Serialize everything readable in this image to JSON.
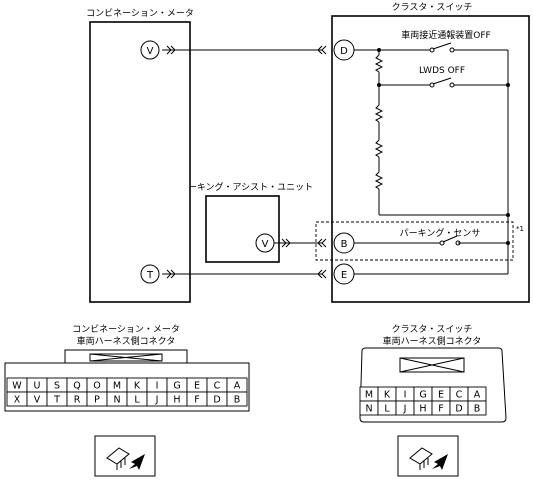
{
  "components": {
    "combination_meter": "コンビネーション・メータ",
    "cluster_switch": "クラスタ・スイッチ",
    "parking_assist_unit": "パーキング・アシスト・ユニット"
  },
  "switches": {
    "vehicle_approach_off": "車両接近通報装置OFF",
    "lwds_off": "LWDS OFF",
    "parking_sensor": "パーキング・センサ"
  },
  "note_mark": "*1",
  "pins": {
    "meter_v": "V",
    "meter_t": "T",
    "unit_v": "V",
    "switch_d": "D",
    "switch_b": "B",
    "switch_e": "E"
  },
  "connectors": {
    "meter": {
      "title_line1": "コンビネーション・メータ",
      "title_line2": "車両ハーネス側コネクタ",
      "row1": [
        "W",
        "U",
        "S",
        "Q",
        "O",
        "M",
        "K",
        "I",
        "G",
        "E",
        "C",
        "A"
      ],
      "row2": [
        "X",
        "V",
        "T",
        "R",
        "P",
        "N",
        "L",
        "J",
        "H",
        "F",
        "D",
        "B"
      ]
    },
    "switch": {
      "title_line1": "クラスタ・スイッチ",
      "title_line2": "車両ハーネス側コネクタ",
      "row1": [
        "M",
        "K",
        "I",
        "G",
        "E",
        "C",
        "A"
      ],
      "row2": [
        "N",
        "L",
        "J",
        "H",
        "F",
        "D",
        "B"
      ]
    }
  }
}
